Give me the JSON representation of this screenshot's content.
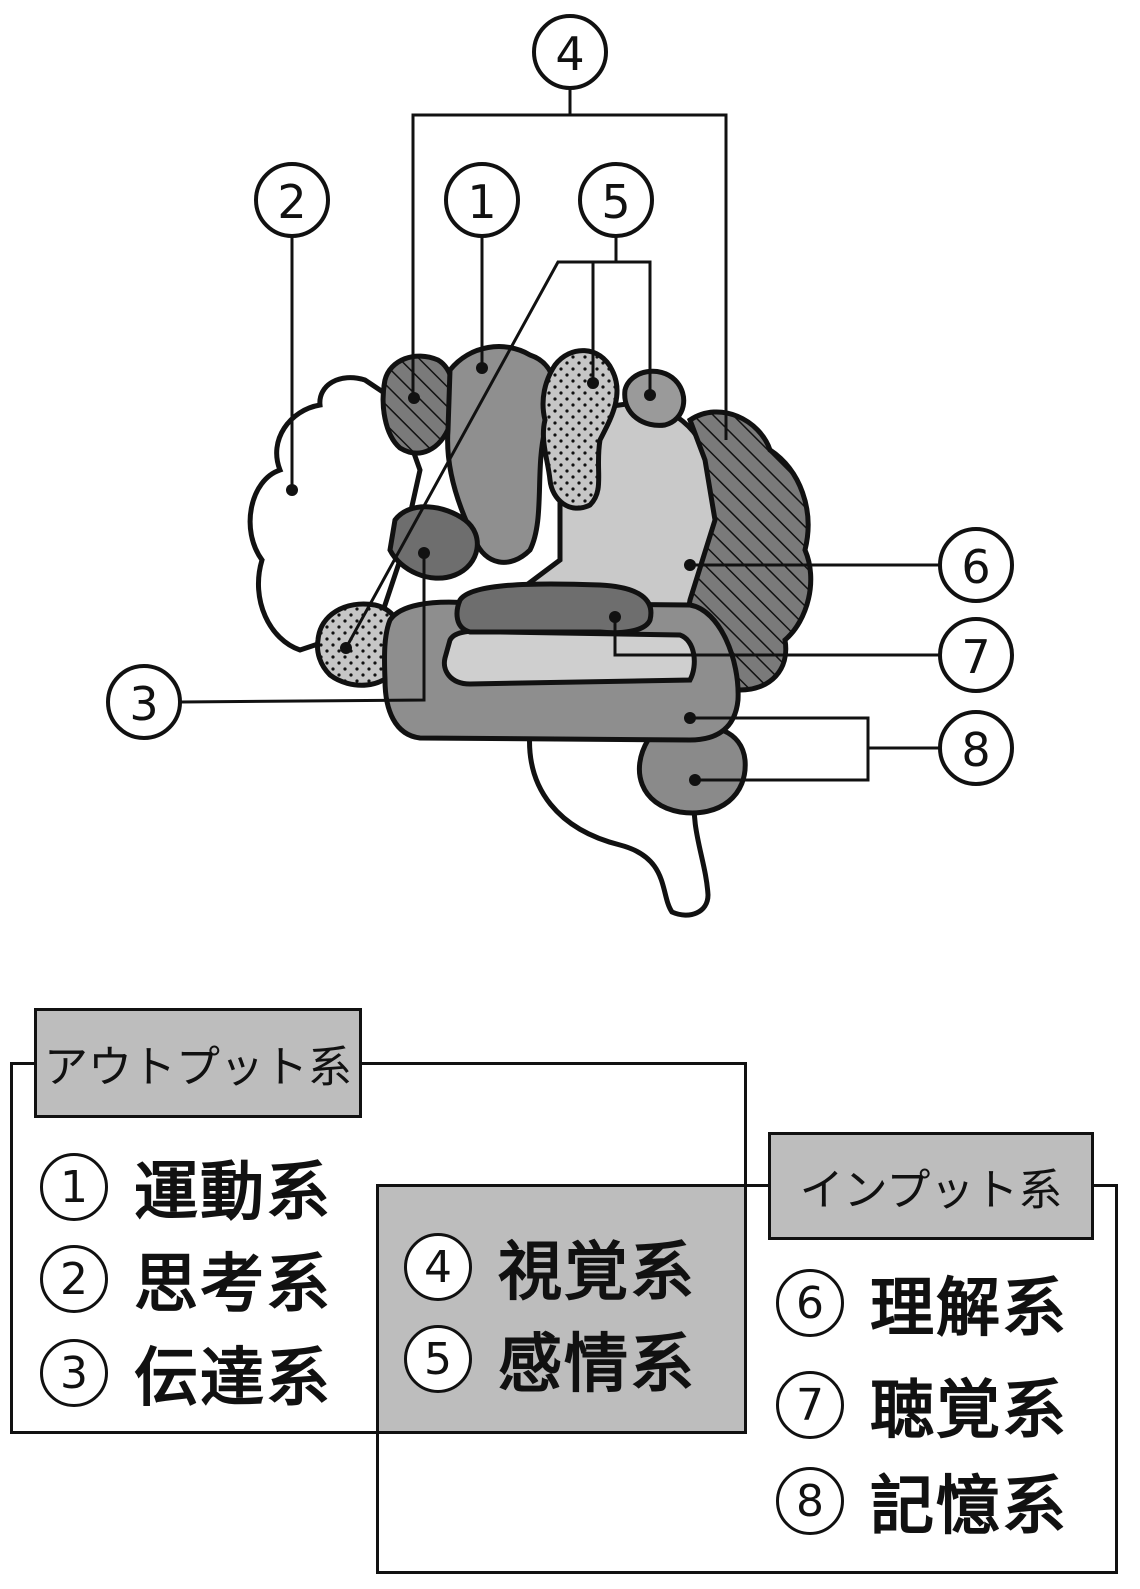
{
  "callouts": {
    "c1": "1",
    "c2": "2",
    "c3": "3",
    "c4": "4",
    "c5": "5",
    "c6": "6",
    "c7": "7",
    "c8": "8"
  },
  "output_group": {
    "title": "アウトプット系",
    "items": [
      {
        "num": "1",
        "label": "運動系"
      },
      {
        "num": "2",
        "label": "思考系"
      },
      {
        "num": "3",
        "label": "伝達系"
      }
    ]
  },
  "shared_group": {
    "items": [
      {
        "num": "4",
        "label": "視覚系"
      },
      {
        "num": "5",
        "label": "感情系"
      }
    ]
  },
  "input_group": {
    "title": "インプット系",
    "items": [
      {
        "num": "6",
        "label": "理解系"
      },
      {
        "num": "7",
        "label": "聴覚系"
      },
      {
        "num": "8",
        "label": "記憶系"
      }
    ]
  },
  "colors": {
    "dark_gray": "#6e6e6e",
    "mid_gray": "#9a9a9a",
    "light_gray": "#c8c8c8",
    "box_fill": "#bdbdbd",
    "outline": "#111111"
  }
}
